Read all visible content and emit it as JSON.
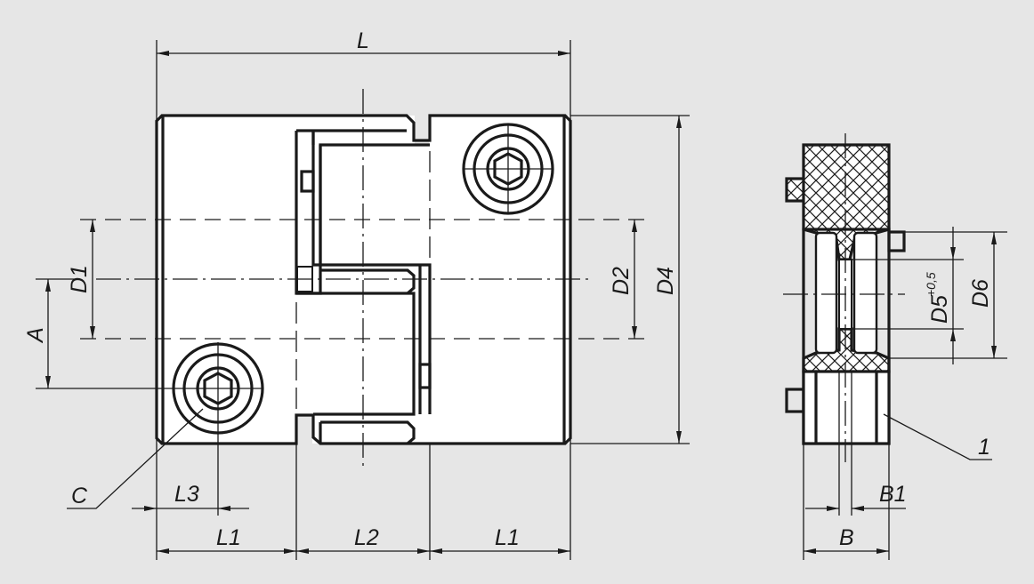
{
  "drawing": {
    "title": "Jaw coupling with clamping hubs - dimension drawing",
    "labels": {
      "L": "L",
      "L1_left": "L1",
      "L2": "L2",
      "L1_right": "L1",
      "L3": "L3",
      "C": "C",
      "A": "A",
      "D1": "D1",
      "D2": "D2",
      "D4": "D4",
      "D5": "D5",
      "D5_tol": "+0,5",
      "D6": "D6",
      "B": "B",
      "B1": "B1",
      "item1": "1"
    },
    "colors": {
      "background": "#e6e6e6",
      "line": "#1a1a1a",
      "part": "#ffffff"
    }
  }
}
